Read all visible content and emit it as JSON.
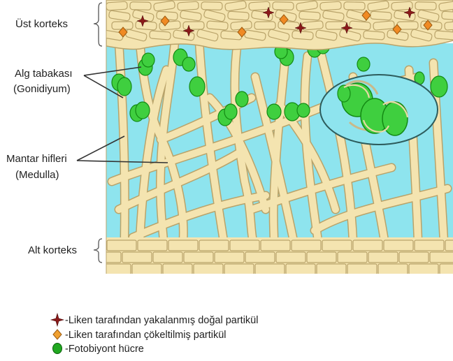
{
  "labels": {
    "upper_cortex": "Üst korteks",
    "algal_layer": "Alg tabakası",
    "algal_layer_alt": "(Gonidiyum)",
    "medulla": "Mantar hifleri",
    "medulla_alt": "(Medulla)",
    "lower_cortex": "Alt korteks"
  },
  "legend": {
    "captured_particle": "-Liken tarafından yakalanmış doğal partikül",
    "precipitated_particle": "-Liken tarafından çökeltilmiş partikül",
    "photobiont": "-Fotobiyont hücre"
  },
  "colors": {
    "background": "#8ee4ee",
    "cell_fill": "#f4e4b0",
    "cell_edge": "#b9a36a",
    "alga_fill": "#3fcf3f",
    "alga_edge": "#138a13",
    "captured_particle": "#8b1a1a",
    "precipitated_particle": "#f08a24"
  },
  "icons": {
    "captured_particle": "star-4-point-icon",
    "precipitated_particle": "diamond-icon",
    "photobiont": "green-circle-icon"
  }
}
